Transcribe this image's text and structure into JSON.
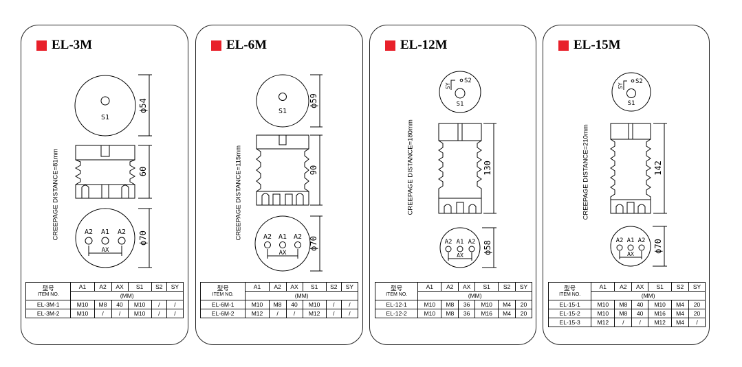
{
  "headers": {
    "item_cn": "型号",
    "item_en": "ITEM NO.",
    "a1": "A1",
    "a2": "A2",
    "ax": "AX",
    "s1": "S1",
    "s2": "S2",
    "sy": "SY",
    "unit": "(MM)"
  },
  "accent_color": "#e8202a",
  "panels": [
    {
      "title": "EL-3M",
      "creepage": "CREEPAGE DISTANCE=81mm",
      "top_dia": "ϕ54",
      "height": "60",
      "bottom_dia": "ϕ70",
      "labels": {
        "s1": "S1",
        "s2": "",
        "sy": "",
        "a1": "A1",
        "a2": "A2",
        "ax": "AX"
      },
      "rows": [
        [
          "EL-3M-1",
          "M10",
          "M8",
          "40",
          "M10",
          "/",
          "/"
        ],
        [
          "EL-3M-2",
          "M10",
          "/",
          "/",
          "M10",
          "/",
          "/"
        ]
      ]
    },
    {
      "title": "EL-6M",
      "creepage": "CREEPAGE DISTANCE=115mm",
      "top_dia": "ϕ59",
      "height": "90",
      "bottom_dia": "ϕ70",
      "labels": {
        "s1": "S1",
        "s2": "",
        "sy": "",
        "a1": "A1",
        "a2": "A2",
        "ax": "AX"
      },
      "rows": [
        [
          "EL-6M-1",
          "M10",
          "M8",
          "40",
          "M10",
          "/",
          "/"
        ],
        [
          "EL-6M-2",
          "M12",
          "/",
          "/",
          "M12",
          "/",
          "/"
        ]
      ]
    },
    {
      "title": "EL-12M",
      "creepage": "CREEPAGE DISTANCE=180mm",
      "top_dia": "",
      "height": "130",
      "bottom_dia": "ϕ58",
      "labels": {
        "s1": "S1",
        "s2": "S2",
        "sy": "SY",
        "a1": "A1",
        "a2": "A2",
        "ax": "AX"
      },
      "rows": [
        [
          "EL-12-1",
          "M10",
          "M8",
          "36",
          "M10",
          "M4",
          "20"
        ],
        [
          "EL-12-2",
          "M10",
          "M8",
          "36",
          "M16",
          "M4",
          "20"
        ]
      ]
    },
    {
      "title": "EL-15M",
      "creepage": "CREEPAGE DISTANCE=210mm",
      "top_dia": "",
      "height": "142",
      "bottom_dia": "ϕ70",
      "labels": {
        "s1": "S1",
        "s2": "S2",
        "sy": "SY",
        "a1": "A1",
        "a2": "A2",
        "ax": "AX"
      },
      "rows": [
        [
          "EL-15-1",
          "M10",
          "M8",
          "40",
          "M10",
          "M4",
          "20"
        ],
        [
          "EL-15-2",
          "M10",
          "M8",
          "40",
          "M16",
          "M4",
          "20"
        ],
        [
          "EL-15-3",
          "M12",
          "/",
          "/",
          "M12",
          "M4",
          "/"
        ]
      ]
    }
  ]
}
